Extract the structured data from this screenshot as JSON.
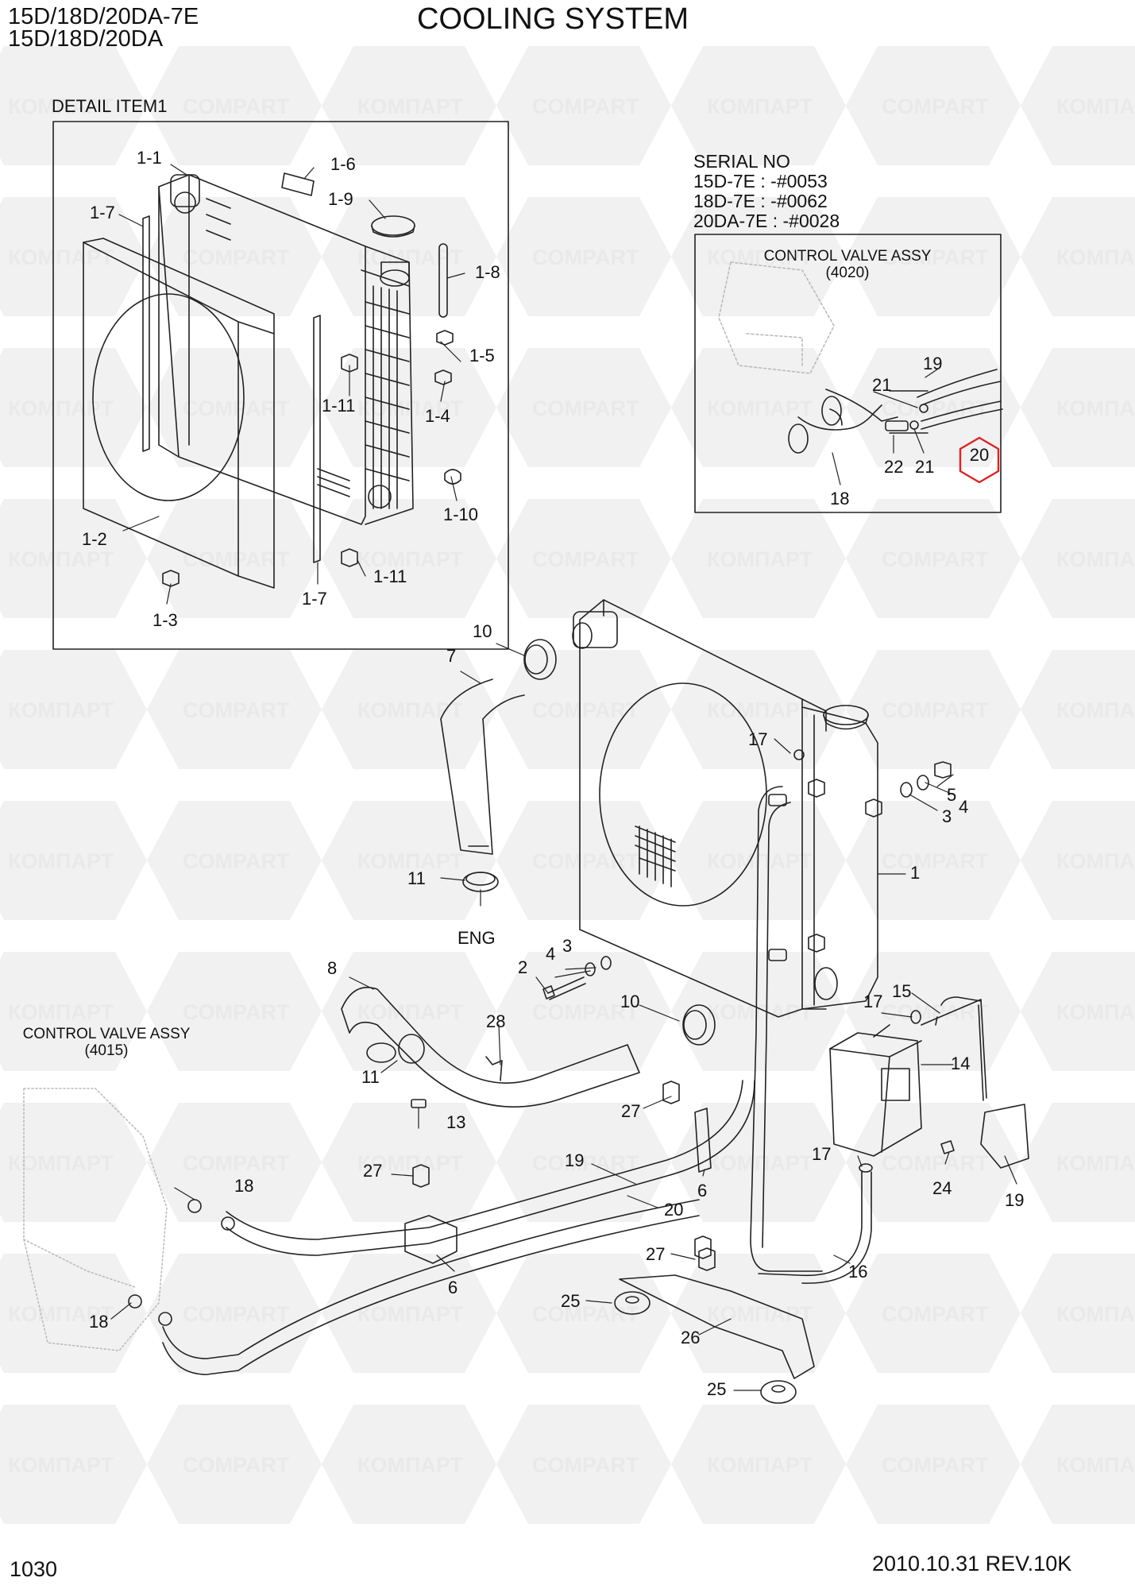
{
  "header": {
    "model_line_1": "15D/18D/20DA-7E",
    "model_line_2": "15D/18D/20DA",
    "title": "COOLING SYSTEM"
  },
  "detail": {
    "title": "DETAIL ITEM1",
    "labels": [
      "1-1",
      "1-6",
      "1-7",
      "1-9",
      "1-8",
      "1-5",
      "1-11",
      "1-4",
      "1-10",
      "1-2",
      "1-11",
      "1-3",
      "1-7"
    ]
  },
  "serial": {
    "title": "SERIAL NO",
    "lines": [
      "15D-7E : -#0053",
      "18D-7E : -#0062",
      "20DA-7E : -#0028"
    ]
  },
  "inset": {
    "title": "CONTROL VALVE ASSY",
    "code": "(4020)",
    "labels": [
      "19",
      "21",
      "22",
      "21",
      "18"
    ],
    "highlight": "20"
  },
  "left_note": {
    "title": "CONTROL VALVE ASSY",
    "code": "(4015)"
  },
  "main": {
    "labels": [
      "10",
      "7",
      "17",
      "5",
      "4",
      "3",
      "1",
      "11",
      "ENG",
      "3",
      "4",
      "2",
      "8",
      "10",
      "15",
      "17",
      "14",
      "28",
      "11",
      "13",
      "27",
      "17",
      "24",
      "19",
      "27",
      "18",
      "19",
      "20",
      "6",
      "6",
      "27",
      "16",
      "25",
      "18",
      "26",
      "25"
    ]
  },
  "watermark": {
    "brand_a": "КОМПАРТ",
    "brand_b": "COMPART"
  },
  "footer": {
    "page": "1030",
    "date_rev": "2010.10.31  REV.10K"
  }
}
